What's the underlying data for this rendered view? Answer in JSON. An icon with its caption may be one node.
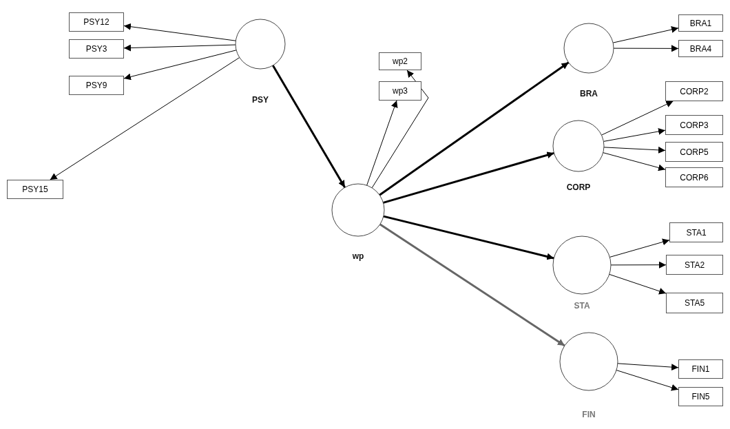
{
  "diagram": {
    "nodes": [
      {
        "text": [
          "PSY12"
        ]
      },
      {
        "text": [
          "PSY3"
        ]
      },
      {
        "text": [
          "PSY9"
        ]
      },
      {
        "text": [
          "PSY15"
        ]
      },
      {
        "text": [
          "PSY"
        ]
      },
      {
        "text": [
          "wp2"
        ]
      },
      {
        "text": [
          "wp3"
        ]
      },
      {
        "text": [
          "wp"
        ]
      },
      {
        "text": [
          "BRA"
        ]
      },
      {
        "text": [
          "BRA1"
        ]
      },
      {
        "text": [
          "BRA4"
        ]
      },
      {
        "text": [
          "CORP2"
        ]
      },
      {
        "text": [
          "CORP3"
        ]
      },
      {
        "text": [
          "CORP5"
        ]
      },
      {
        "text": [
          "CORP6"
        ]
      },
      {
        "text": [
          "CORP"
        ]
      },
      {
        "text": [
          "STA1"
        ]
      },
      {
        "text": [
          "STA2"
        ]
      },
      {
        "text": [
          "STA5"
        ]
      },
      {
        "text": [
          "STA"
        ]
      },
      {
        "text": [
          "FIN1"
        ]
      },
      {
        "text": [
          "FIN5"
        ]
      },
      {
        "text": [
          "FIN"
        ]
      }
    ],
    "edges": [
      {
        "from": 4,
        "to": 0,
        "arrow": "to"
      },
      {
        "from": 4,
        "to": 1,
        "arrow": "to"
      },
      {
        "from": 4,
        "to": 2,
        "arrow": "to"
      },
      {
        "from": 4,
        "to": 3,
        "arrow": "to"
      },
      {
        "from": 4,
        "to": 7,
        "arrow": "to",
        "style": "thick"
      },
      {
        "from": 7,
        "to": 5,
        "arrow": "to"
      },
      {
        "from": 7,
        "to": 6,
        "arrow": "to"
      },
      {
        "from": 7,
        "to": 8,
        "arrow": "to",
        "style": "thick"
      },
      {
        "from": 8,
        "to": 9,
        "arrow": "to"
      },
      {
        "from": 8,
        "to": 10,
        "arrow": "to"
      },
      {
        "from": 7,
        "to": 15,
        "arrow": "to",
        "style": "thick"
      },
      {
        "from": 15,
        "to": 11,
        "arrow": "to"
      },
      {
        "from": 15,
        "to": 12,
        "arrow": "to"
      },
      {
        "from": 15,
        "to": 13,
        "arrow": "to"
      },
      {
        "from": 15,
        "to": 14,
        "arrow": "to"
      },
      {
        "from": 7,
        "to": 19,
        "arrow": "to",
        "style": "thick"
      },
      {
        "from": 19,
        "to": 16,
        "arrow": "to"
      },
      {
        "from": 19,
        "to": 17,
        "arrow": "to"
      },
      {
        "from": 19,
        "to": 18,
        "arrow": "to"
      },
      {
        "from": 7,
        "to": 22,
        "arrow": "to",
        "style": "thick",
        "color": "#666666"
      },
      {
        "from": 22,
        "to": 20,
        "arrow": "to"
      },
      {
        "from": 22,
        "to": 21,
        "arrow": "to"
      }
    ]
  }
}
